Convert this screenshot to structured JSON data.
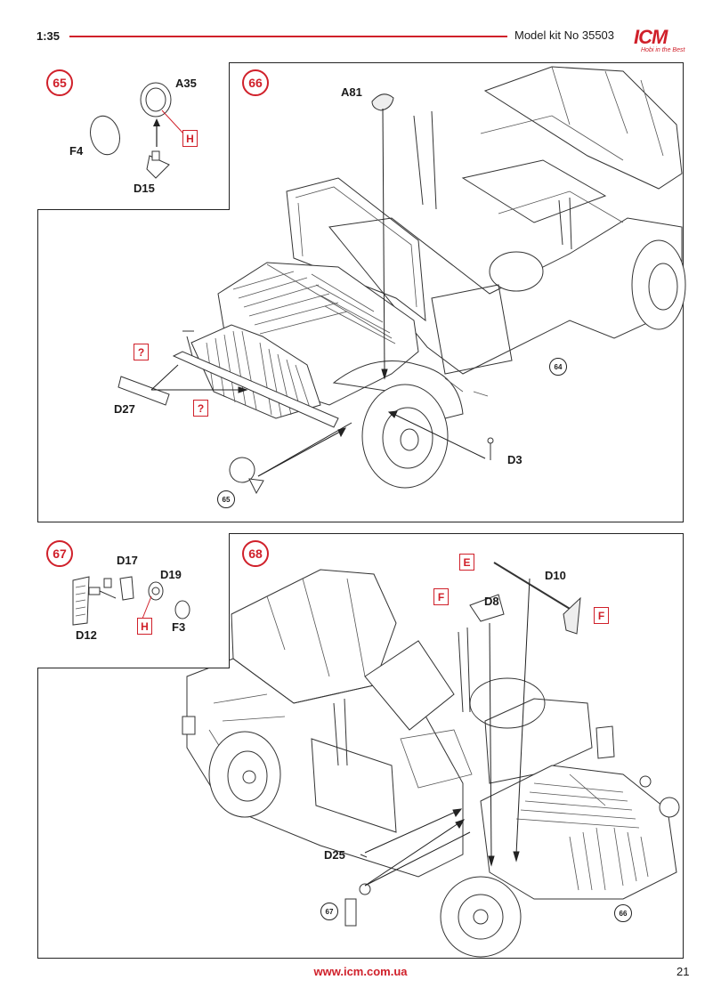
{
  "header": {
    "scale": "1:35",
    "kit_number": "Model kit No 35503",
    "logo_text": "ICM",
    "logo_tagline": "Hobi in the Best"
  },
  "steps": {
    "s65": {
      "number": "65",
      "parts": {
        "a35": "A35",
        "f4": "F4",
        "d15": "D15"
      },
      "color_tag": "H"
    },
    "s66": {
      "number": "66",
      "parts": {
        "a81": "A81",
        "d27": "D27",
        "d3": "D3"
      },
      "color_tags": [
        "?",
        "?"
      ],
      "refs": {
        "r64": "64",
        "r65": "65"
      }
    },
    "s67": {
      "number": "67",
      "parts": {
        "d17": "D17",
        "d19": "D19",
        "d12": "D12",
        "f3": "F3"
      },
      "color_tag": "H"
    },
    "s68": {
      "number": "68",
      "parts": {
        "d10": "D10",
        "d8": "D8",
        "d25": "D25"
      },
      "color_tags": [
        "E",
        "F",
        "F"
      ],
      "refs": {
        "r67": "67",
        "r66": "66"
      }
    }
  },
  "colors": {
    "accent": "#d0202a",
    "line": "#222222"
  },
  "footer": {
    "url": "www.icm.com.ua",
    "page": "21"
  }
}
